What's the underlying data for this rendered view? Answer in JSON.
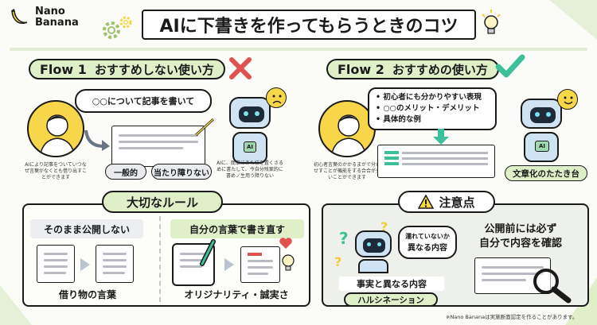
{
  "brand": {
    "name_line1": "Nano",
    "name_line2": "Banana"
  },
  "title": "AIに下書きを作ってもらうときのコツ",
  "flow1": {
    "num": "Flow 1",
    "label": "おすすめしない使い方",
    "user_request": "○○について記事を書いて",
    "user_caption": "AIにより記事をついていつなぜ言葉がなくとも借り出すことができます",
    "robot_caption": "AIに、簡単にあた結を置くさるめに書たして、今自分残案的に書めノ生用う障りない",
    "tags": [
      "一般的",
      "当たり障りない"
    ]
  },
  "flow2": {
    "num": "Flow 2",
    "label": "おすすめの使い方",
    "prompt_items": [
      "初心者にも分かりやすい表現",
      "○○のメリット・デメリット",
      "具体的な例"
    ],
    "user_caption": "初心者言葉のかかるまがで分かせすことが機能をする合合が多いことができます",
    "robot_tag": "文章化のたたき台",
    "robot_label": "AI"
  },
  "rules": {
    "title": "大切なルール",
    "left_label": "そのまま公開しない",
    "left_caption": "借り物の言葉",
    "right_label": "自分の言葉で書き直す",
    "right_caption": "オリジナリティ・誠実さ"
  },
  "caution": {
    "title": "注意点",
    "bubble": [
      "濡れていないか",
      "異なる内容"
    ],
    "mismatch": "事実と異なる内容",
    "halluc": "ハルシネーション",
    "check_line1": "公開前には必ず",
    "check_line2": "自分で内容を確認"
  },
  "footnote": "※Nano Bananaは実施断面認定を作ることがあります。",
  "colors": {
    "accent_green": "#dff0c8",
    "check_green": "#3cc09b",
    "cross_red": "#e0524f",
    "yellow": "#f7d64a"
  }
}
